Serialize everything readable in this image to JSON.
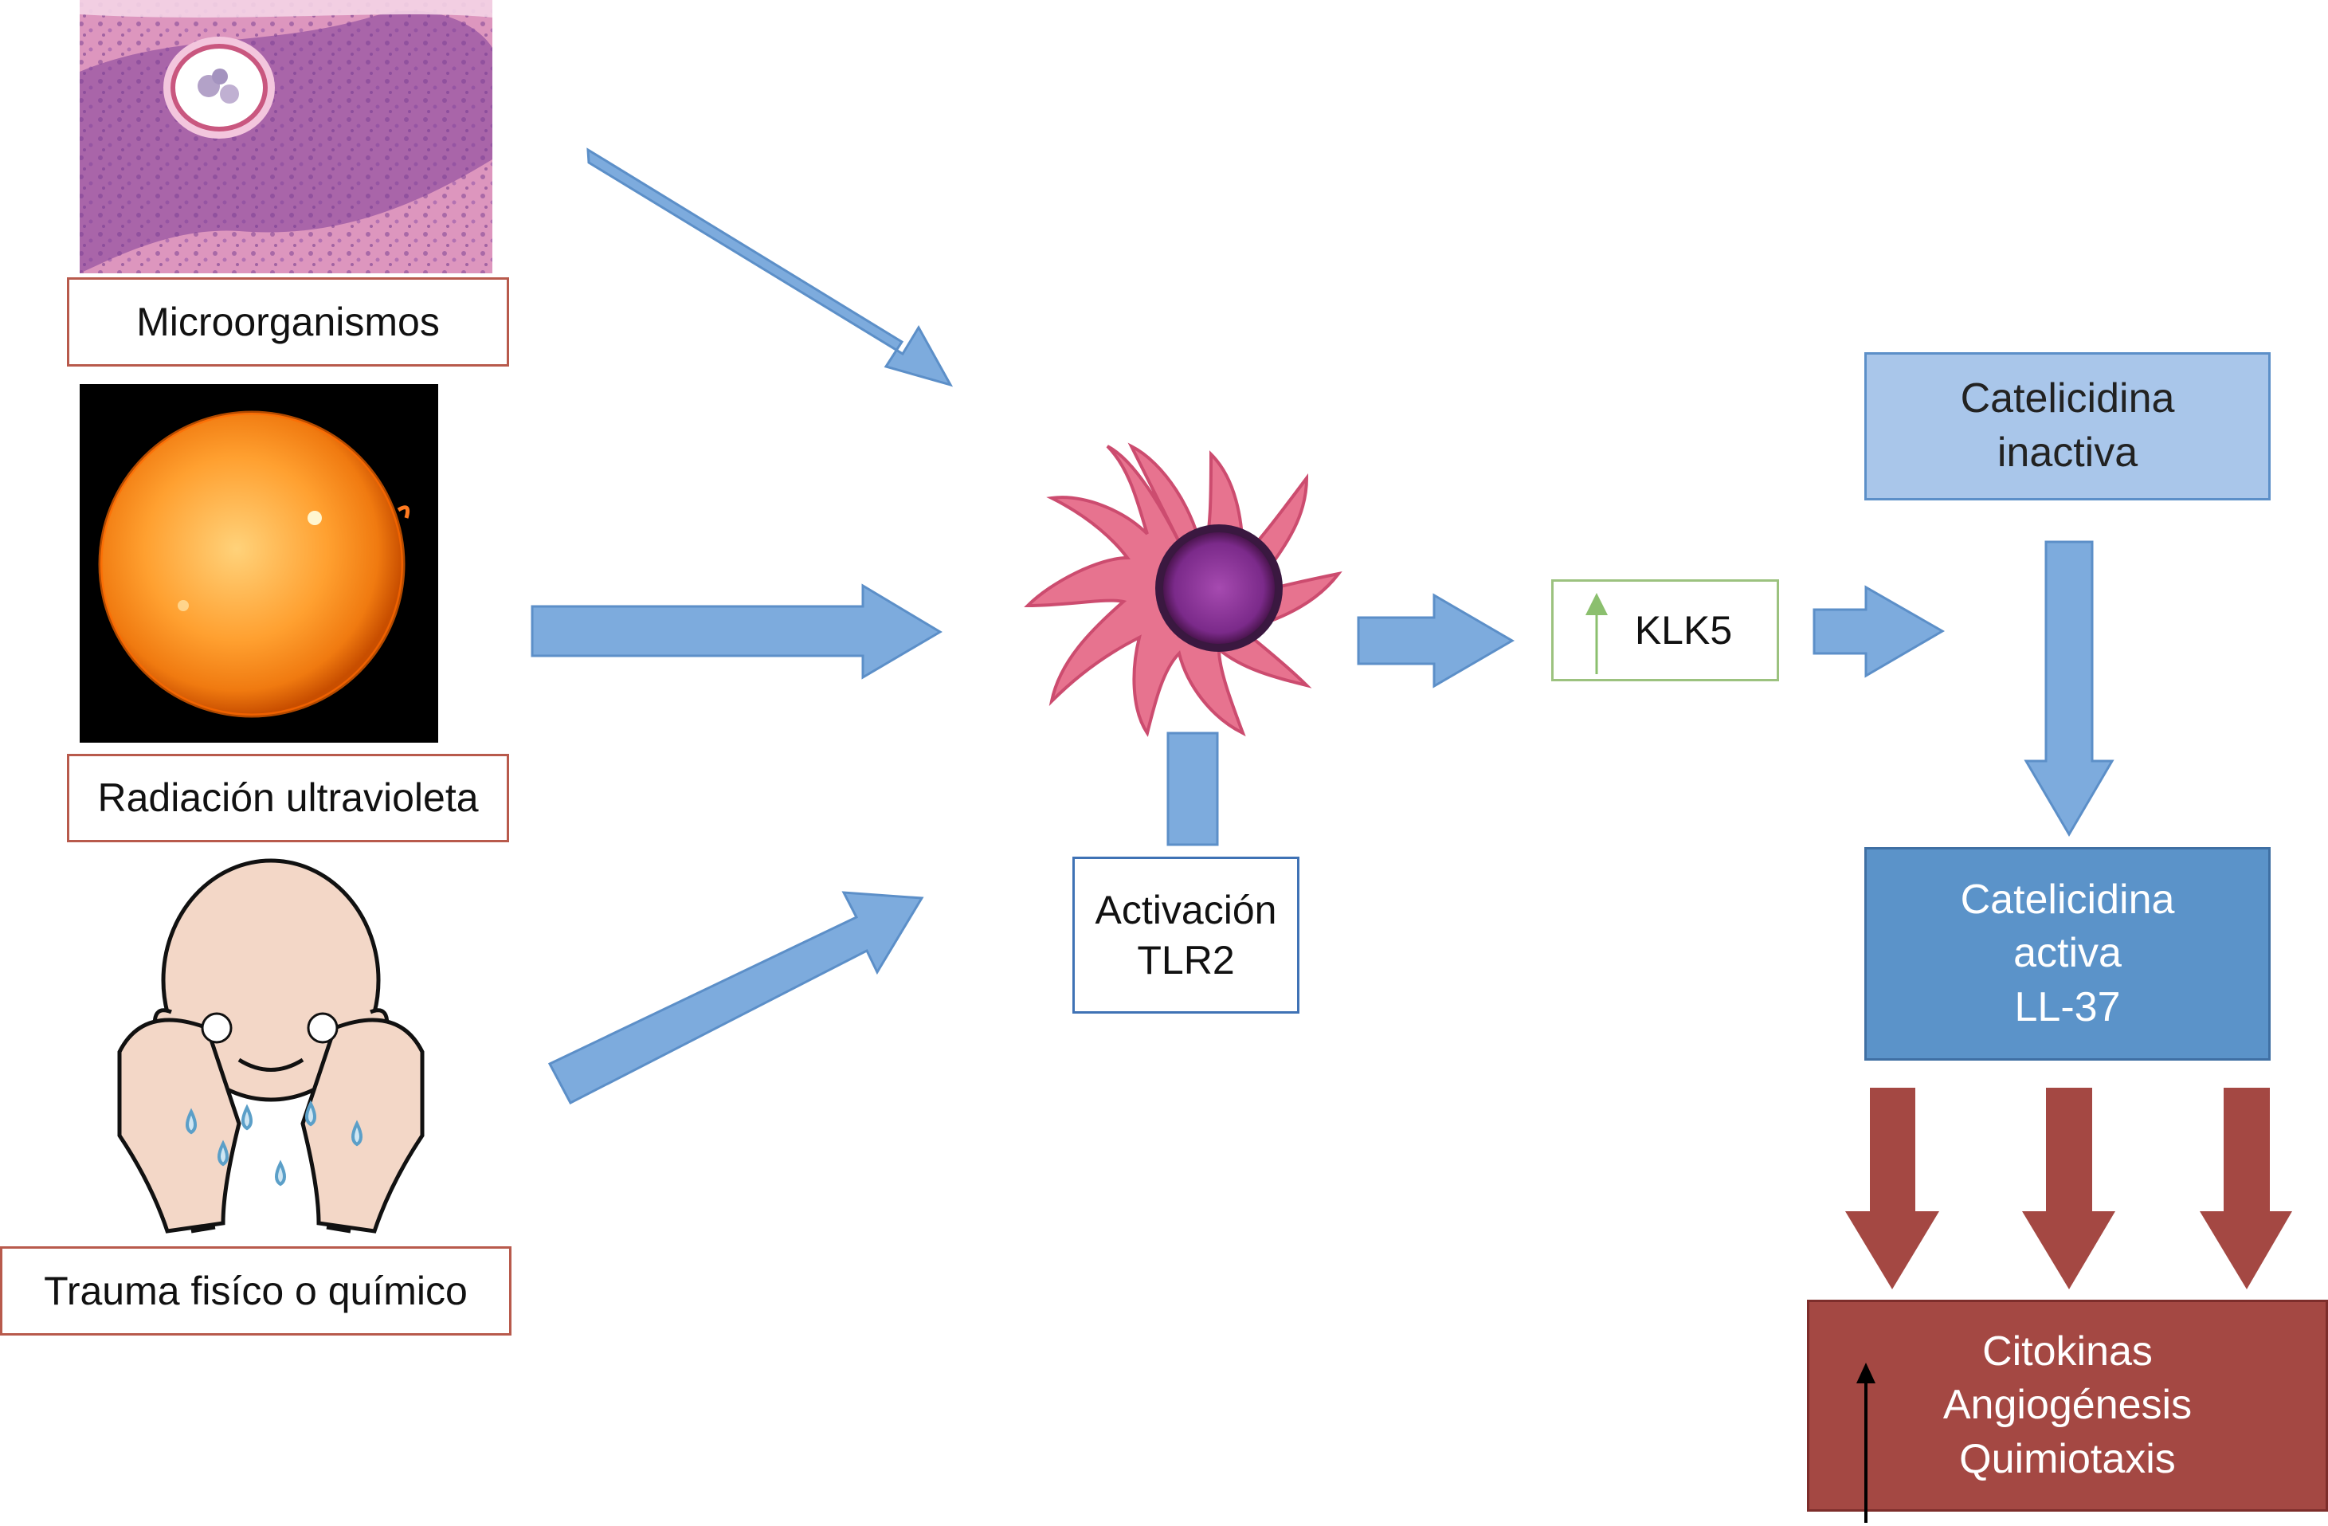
{
  "inputs": {
    "microorganisms": "Microorganismos",
    "uv": "Radiación ultravioleta",
    "trauma": "Trauma fisíco o químico"
  },
  "tlr2": {
    "line1": "Activación",
    "line2": "TLR2"
  },
  "klk5": {
    "label": "KLK5"
  },
  "cathelicidin_inactive": {
    "line1": "Catelicidina",
    "line2": "inactiva"
  },
  "cathelicidin_active": {
    "line1": "Catelicidina",
    "line2": "activa",
    "line3": "LL-37"
  },
  "effects": {
    "line1": "Citokinas",
    "line2": "Angiogénesis",
    "line3": "Quimiotaxis"
  },
  "colors": {
    "arrow_blue": "#7dabdd",
    "arrow_blue_stroke": "#5c8fc8",
    "arrow_red": "#a44843",
    "box_light": "#a9c6ea",
    "box_mid": "#5b93c9",
    "box_dark": "#a44843",
    "label_border_red": "#b85a4c",
    "label_border_blue": "#3f72b5",
    "label_border_green": "#9cc27f",
    "up_arrow_green": "#8bbf6e"
  }
}
